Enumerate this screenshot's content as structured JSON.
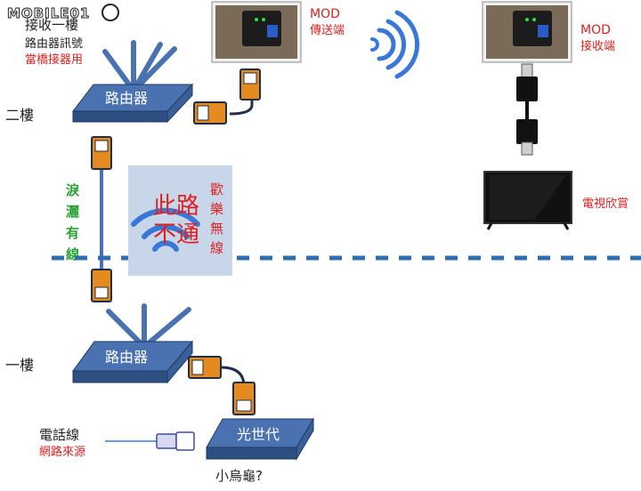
{
  "logo": {
    "text": "MOBILE01"
  },
  "labels": {
    "upstairs_title": "接收一樓",
    "upstairs_line2": "路由器訊號",
    "upstairs_line3": "當橋接器用",
    "floor2": "二樓",
    "floor1": "一樓",
    "vertical_cable": [
      "淚",
      "灑",
      "有",
      "線"
    ],
    "blocked_big": [
      "此路",
      "不通"
    ],
    "blocked_side": [
      "歡",
      "樂",
      "無",
      "線"
    ],
    "mod_sender": [
      "MOD",
      "傳送端"
    ],
    "mod_receiver": [
      "MOD",
      "接收端"
    ],
    "tv": "電視欣賞",
    "phone_line": "電話線",
    "net_source": "網路來源",
    "modem_caption": "小烏龜?"
  },
  "devices": {
    "router_top": "路由器",
    "router_bottom": "路由器",
    "modem": "光世代"
  },
  "colors": {
    "router_fill": "#4a72b0",
    "router_dark": "#2e4f82",
    "router_edge": "#1f3a63",
    "antenna": "#4a72b0",
    "wifi": "#3a78d8",
    "red": "#e02020",
    "green": "#2aa035",
    "dash": "#2e6db0",
    "cable_orange": "#e58a1e",
    "cable_navy": "#1f2f4a"
  }
}
